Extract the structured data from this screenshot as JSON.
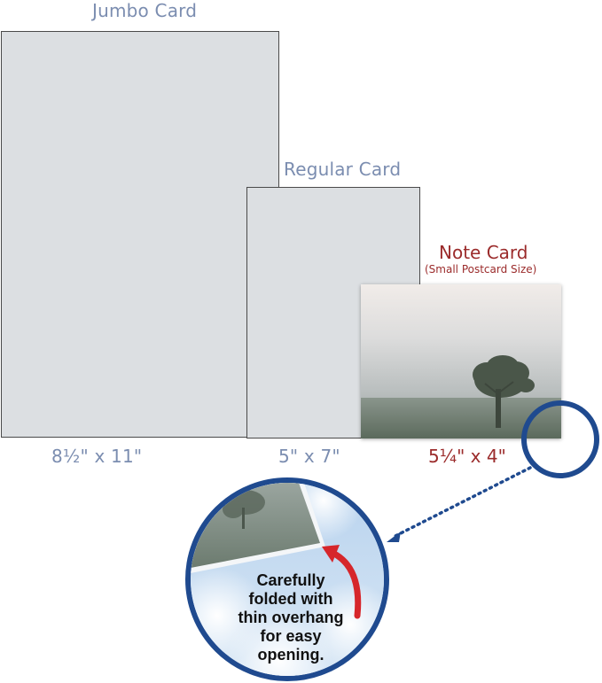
{
  "jumbo": {
    "title": "Jumbo Card",
    "size": "8½\"  x 11\""
  },
  "regular": {
    "title": "Regular Card",
    "size": "5\" x 7\""
  },
  "note": {
    "title": "Note Card",
    "subtitle": "(Small Postcard Size)",
    "size": "5¼\" x 4\""
  },
  "callout": {
    "lines": [
      "Carefully",
      "folded with",
      "thin overhang",
      "for easy",
      "opening."
    ]
  },
  "colors": {
    "label_blue": "#7b8db0",
    "label_red": "#9b2b2b",
    "ring_blue": "#1f4a8f",
    "arrow_red": "#d6262b",
    "card_gray": "#dcdfe2"
  }
}
